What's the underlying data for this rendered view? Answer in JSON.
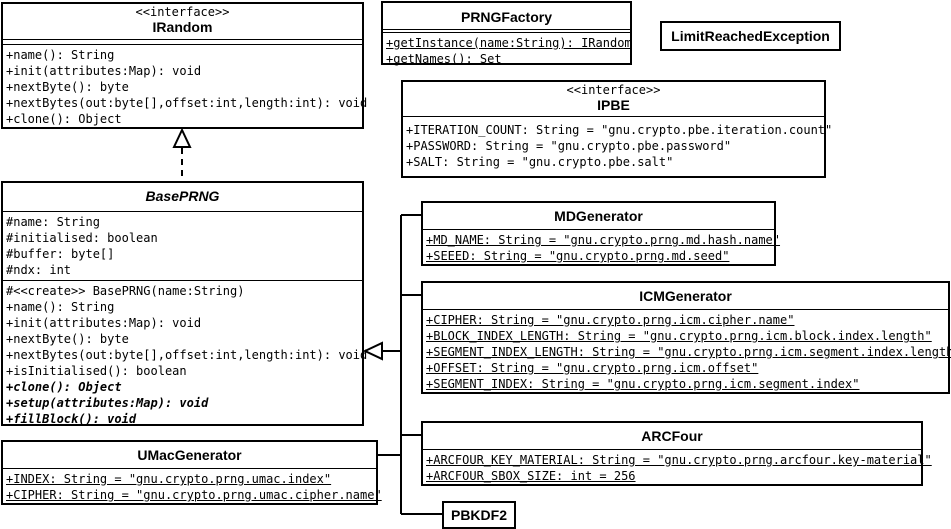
{
  "classes": {
    "irandom": {
      "stereotype": "<<interface>>",
      "name": "IRandom",
      "operations": [
        "+name(): String",
        "+init(attributes:Map): void",
        "+nextByte(): byte",
        "+nextBytes(out:byte[],offset:int,length:int): void",
        "+clone(): Object"
      ]
    },
    "prngfactory": {
      "name": "PRNGFactory",
      "operations": [
        "+getInstance(name:String): IRandom",
        "+getNames(): Set"
      ]
    },
    "limit": {
      "name": "LimitReachedException"
    },
    "ipbe": {
      "stereotype": "<<interface>>",
      "name": "IPBE",
      "attributes": [
        "+ITERATION_COUNT: String = \"gnu.crypto.pbe.iteration.count\"",
        "+PASSWORD: String = \"gnu.crypto.pbe.password\"",
        "+SALT: String = \"gnu.crypto.pbe.salt\""
      ]
    },
    "baseprng": {
      "name": "BasePRNG",
      "attributes": [
        "#name: String",
        "#initialised: boolean",
        "#buffer: byte[]",
        "#ndx: int"
      ],
      "operations": [
        "#<<create>> BasePRNG(name:String)",
        "+name(): String",
        "+init(attributes:Map): void",
        "+nextByte(): byte",
        "+nextBytes(out:byte[],offset:int,length:int): void",
        "+isInitialised(): boolean"
      ],
      "abstract_operations": [
        "+clone(): Object",
        "+setup(attributes:Map): void",
        "+fillBlock(): void"
      ]
    },
    "mdgenerator": {
      "name": "MDGenerator",
      "attributes": [
        "+MD_NAME: String = \"gnu.crypto.prng.md.hash.name\"",
        "+SEEED: String = \"gnu.crypto.prng.md.seed\""
      ]
    },
    "icmgenerator": {
      "name": "ICMGenerator",
      "attributes": [
        "+CIPHER: String = \"gnu.crypto.prng.icm.cipher.name\"",
        "+BLOCK_INDEX_LENGTH: String = \"gnu.crypto.prng.icm.block.index.length\"",
        "+SEGMENT_INDEX_LENGTH: String = \"gnu.crypto.prng.icm.segment.index.length\"",
        "+OFFSET: String = \"gnu.crypto.prng.icm.offset\"",
        "+SEGMENT_INDEX: String = \"gnu.crypto.prng.icm.segment.index\""
      ]
    },
    "arcfour": {
      "name": "ARCFour",
      "attributes": [
        "+ARCFOUR_KEY_MATERIAL: String = \"gnu.crypto.prng.arcfour.key-material\"",
        "+ARCFOUR_SBOX_SIZE: int = 256"
      ]
    },
    "umacgenerator": {
      "name": "UMacGenerator",
      "attributes": [
        "+INDEX: String = \"gnu.crypto.prng.umac.index\"",
        "+CIPHER: String = \"gnu.crypto.prng.umac.cipher.name\""
      ]
    },
    "pbkdf2": {
      "name": "PBKDF2"
    }
  }
}
